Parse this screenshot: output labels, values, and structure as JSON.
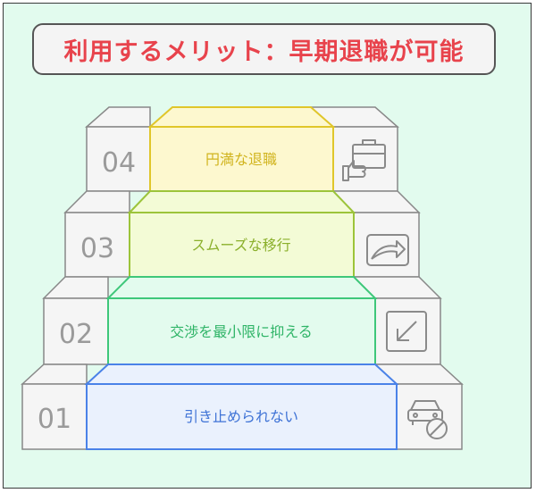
{
  "title": "利用するメリット：早期退職が可能",
  "steps": [
    {
      "number": "01",
      "label": "引き止められない",
      "icon": "car-blocked-icon",
      "color": "#4a82e8",
      "fill": "#eaf1fd"
    },
    {
      "number": "02",
      "label": "交渉を最小限に抑える",
      "icon": "minimize-icon",
      "color": "#3ec77a",
      "fill": "#e3fbee"
    },
    {
      "number": "03",
      "label": "スムーズな移行",
      "icon": "transition-arrow-icon",
      "color": "#9cc43a",
      "fill": "#f3fbd6"
    },
    {
      "number": "04",
      "label": "円満な退職",
      "icon": "briefcase-thumbs-up-icon",
      "color": "#e0c62a",
      "fill": "#fdf8cf"
    }
  ]
}
